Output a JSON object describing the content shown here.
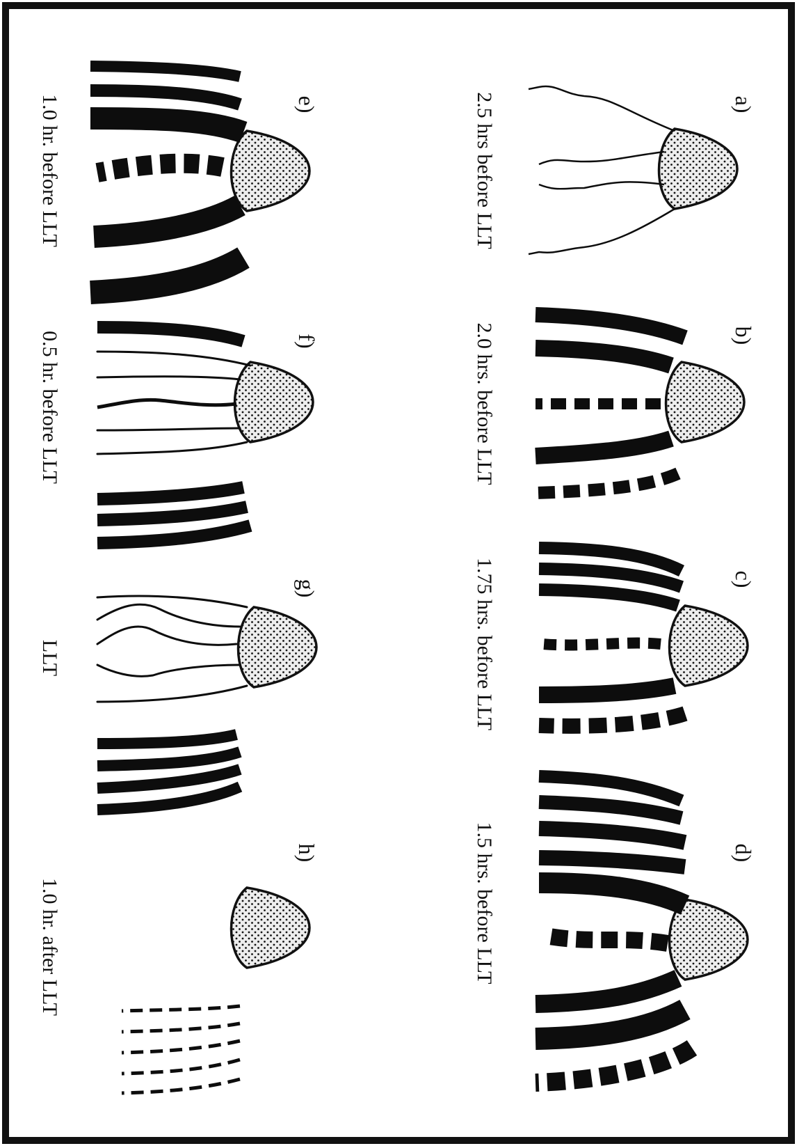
{
  "panels": [
    {
      "letter": "a)",
      "caption": "2.5 hrs before LLT"
    },
    {
      "letter": "b)",
      "caption": "2.0 hrs. before LLT"
    },
    {
      "letter": "c)",
      "caption": "1.75 hrs. before LLT"
    },
    {
      "letter": "d)",
      "caption": "1.5 hrs. before LLT"
    },
    {
      "letter": "e)",
      "caption": "1.0 hr. before LLT"
    },
    {
      "letter": "f)",
      "caption": "0.5 hr. before LLT"
    },
    {
      "letter": "g)",
      "caption": "LLT"
    },
    {
      "letter": "h)",
      "caption": "1.0 hr. after LLT"
    }
  ],
  "colors": {
    "ink": "#0d0d0d",
    "cloud_fill": "#ededed",
    "background": "#ffffff"
  }
}
